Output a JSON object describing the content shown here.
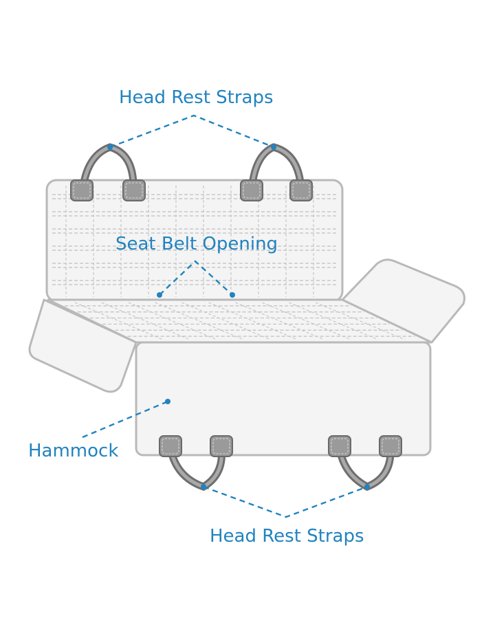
{
  "labels": {
    "top_straps": "Head Rest Straps",
    "seat_belt": "Seat Belt Opening",
    "hammock": "Hammock",
    "bottom_straps": "Head Rest Straps"
  },
  "colors": {
    "label_color": "#2183c0",
    "panel_fill": "#f4f4f4",
    "panel_outline": "#b9b9b9",
    "strap_color": "#6e6e6e"
  }
}
